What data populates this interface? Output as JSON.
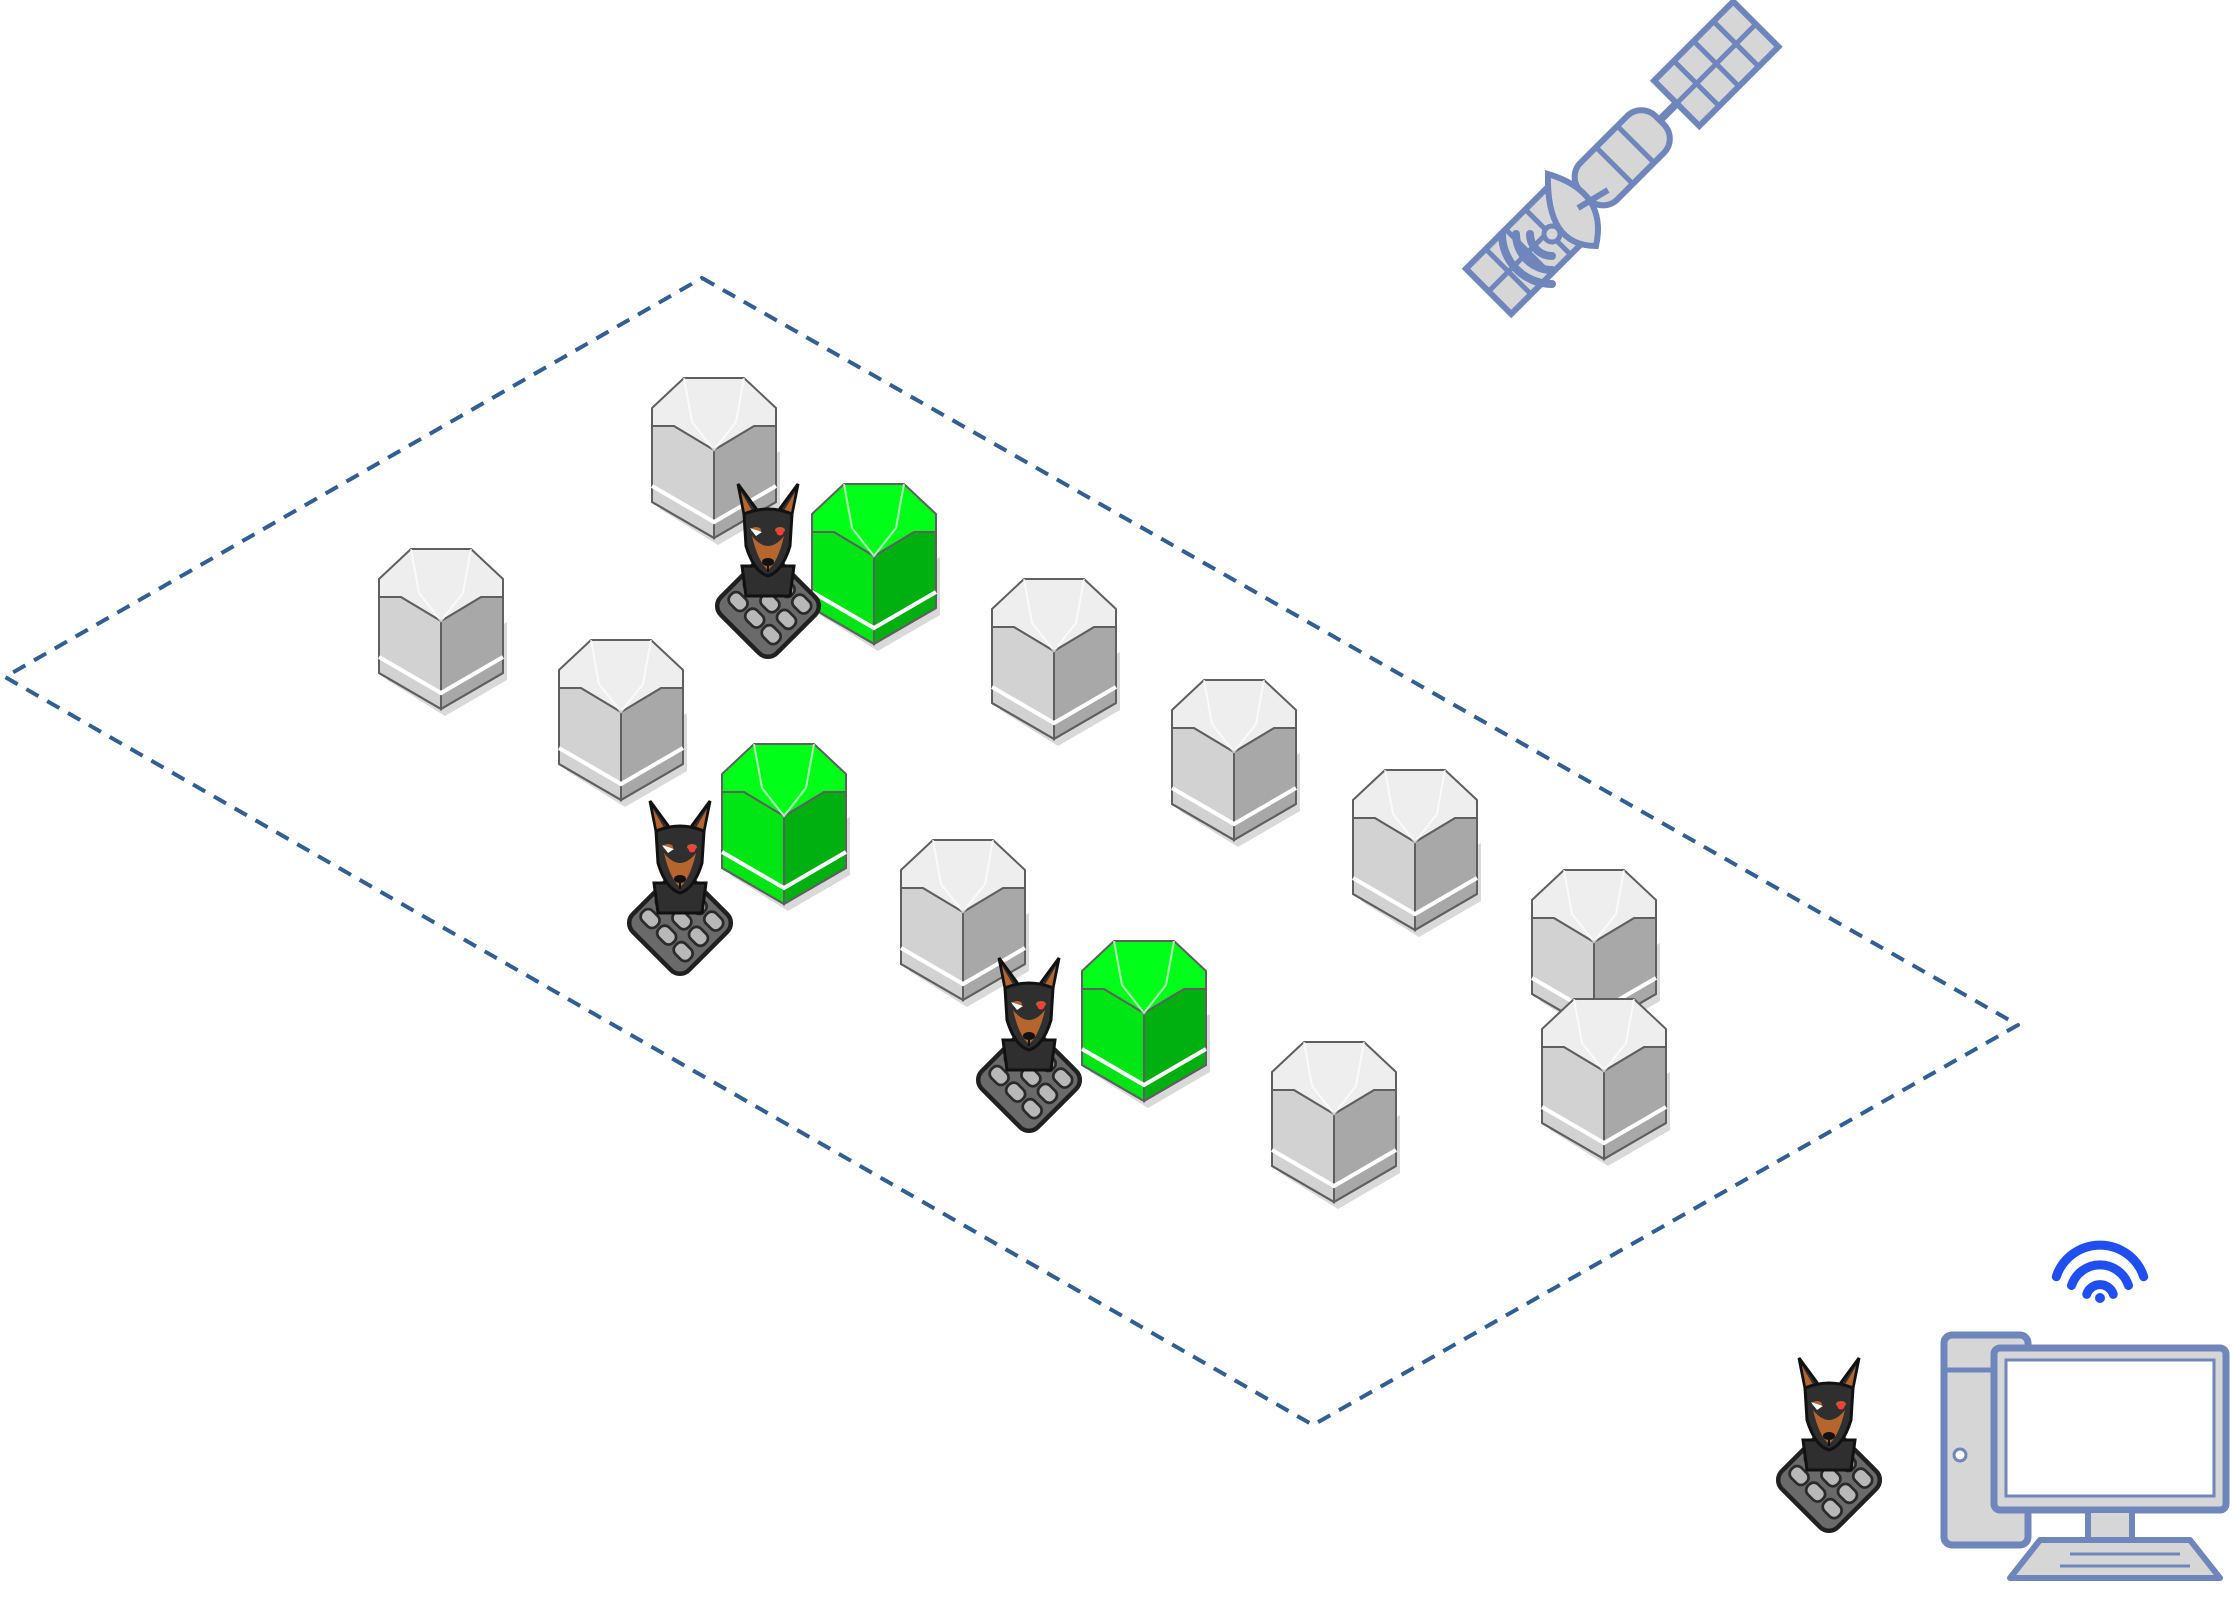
{
  "diagram": {
    "colors": {
      "background": "#ffffff",
      "boundary_dash": "#2f5f95",
      "satellite_fill": "#d6d6d6",
      "satellite_stroke": "#6f86bd",
      "wifi": "#1f4ff0",
      "node_idle_top": "#eeeeee",
      "node_idle_left": "#d2d2d2",
      "node_idle_right": "#a8a8a8",
      "node_active_top": "#00ff18",
      "node_active_left": "#00e614",
      "node_active_right": "#00b010",
      "node_outline": "#5f5f5f",
      "agent_fur_dark": "#2f2f2f",
      "agent_fur_tan": "#b5652d",
      "agent_eye": "#ff3a3a",
      "computer_fill": "#d6d6d6",
      "computer_screen": "#ffffff",
      "computer_stroke": "#6f86bd"
    },
    "boundary": {
      "type": "dashed-isometric-area"
    },
    "nodes": [
      {
        "id": "node-1",
        "state": "idle"
      },
      {
        "id": "node-2",
        "state": "idle"
      },
      {
        "id": "node-3",
        "state": "idle"
      },
      {
        "id": "node-4",
        "state": "active"
      },
      {
        "id": "node-5",
        "state": "active"
      },
      {
        "id": "node-6",
        "state": "idle"
      },
      {
        "id": "node-7",
        "state": "idle"
      },
      {
        "id": "node-8",
        "state": "idle"
      },
      {
        "id": "node-9",
        "state": "idle"
      },
      {
        "id": "node-10",
        "state": "idle"
      },
      {
        "id": "node-11",
        "state": "active"
      },
      {
        "id": "node-12",
        "state": "idle"
      },
      {
        "id": "node-13",
        "state": "idle"
      }
    ],
    "agents": [
      {
        "id": "agent-1",
        "icon": "doberman-agent-icon"
      },
      {
        "id": "agent-2",
        "icon": "doberman-agent-icon"
      },
      {
        "id": "agent-3",
        "icon": "doberman-agent-icon"
      },
      {
        "id": "agent-4",
        "icon": "doberman-agent-icon"
      }
    ],
    "satellite": {
      "icon": "satellite-icon"
    },
    "computer": {
      "icon": "desktop-computer-icon"
    },
    "wifi": {
      "icon": "wifi-icon"
    }
  }
}
